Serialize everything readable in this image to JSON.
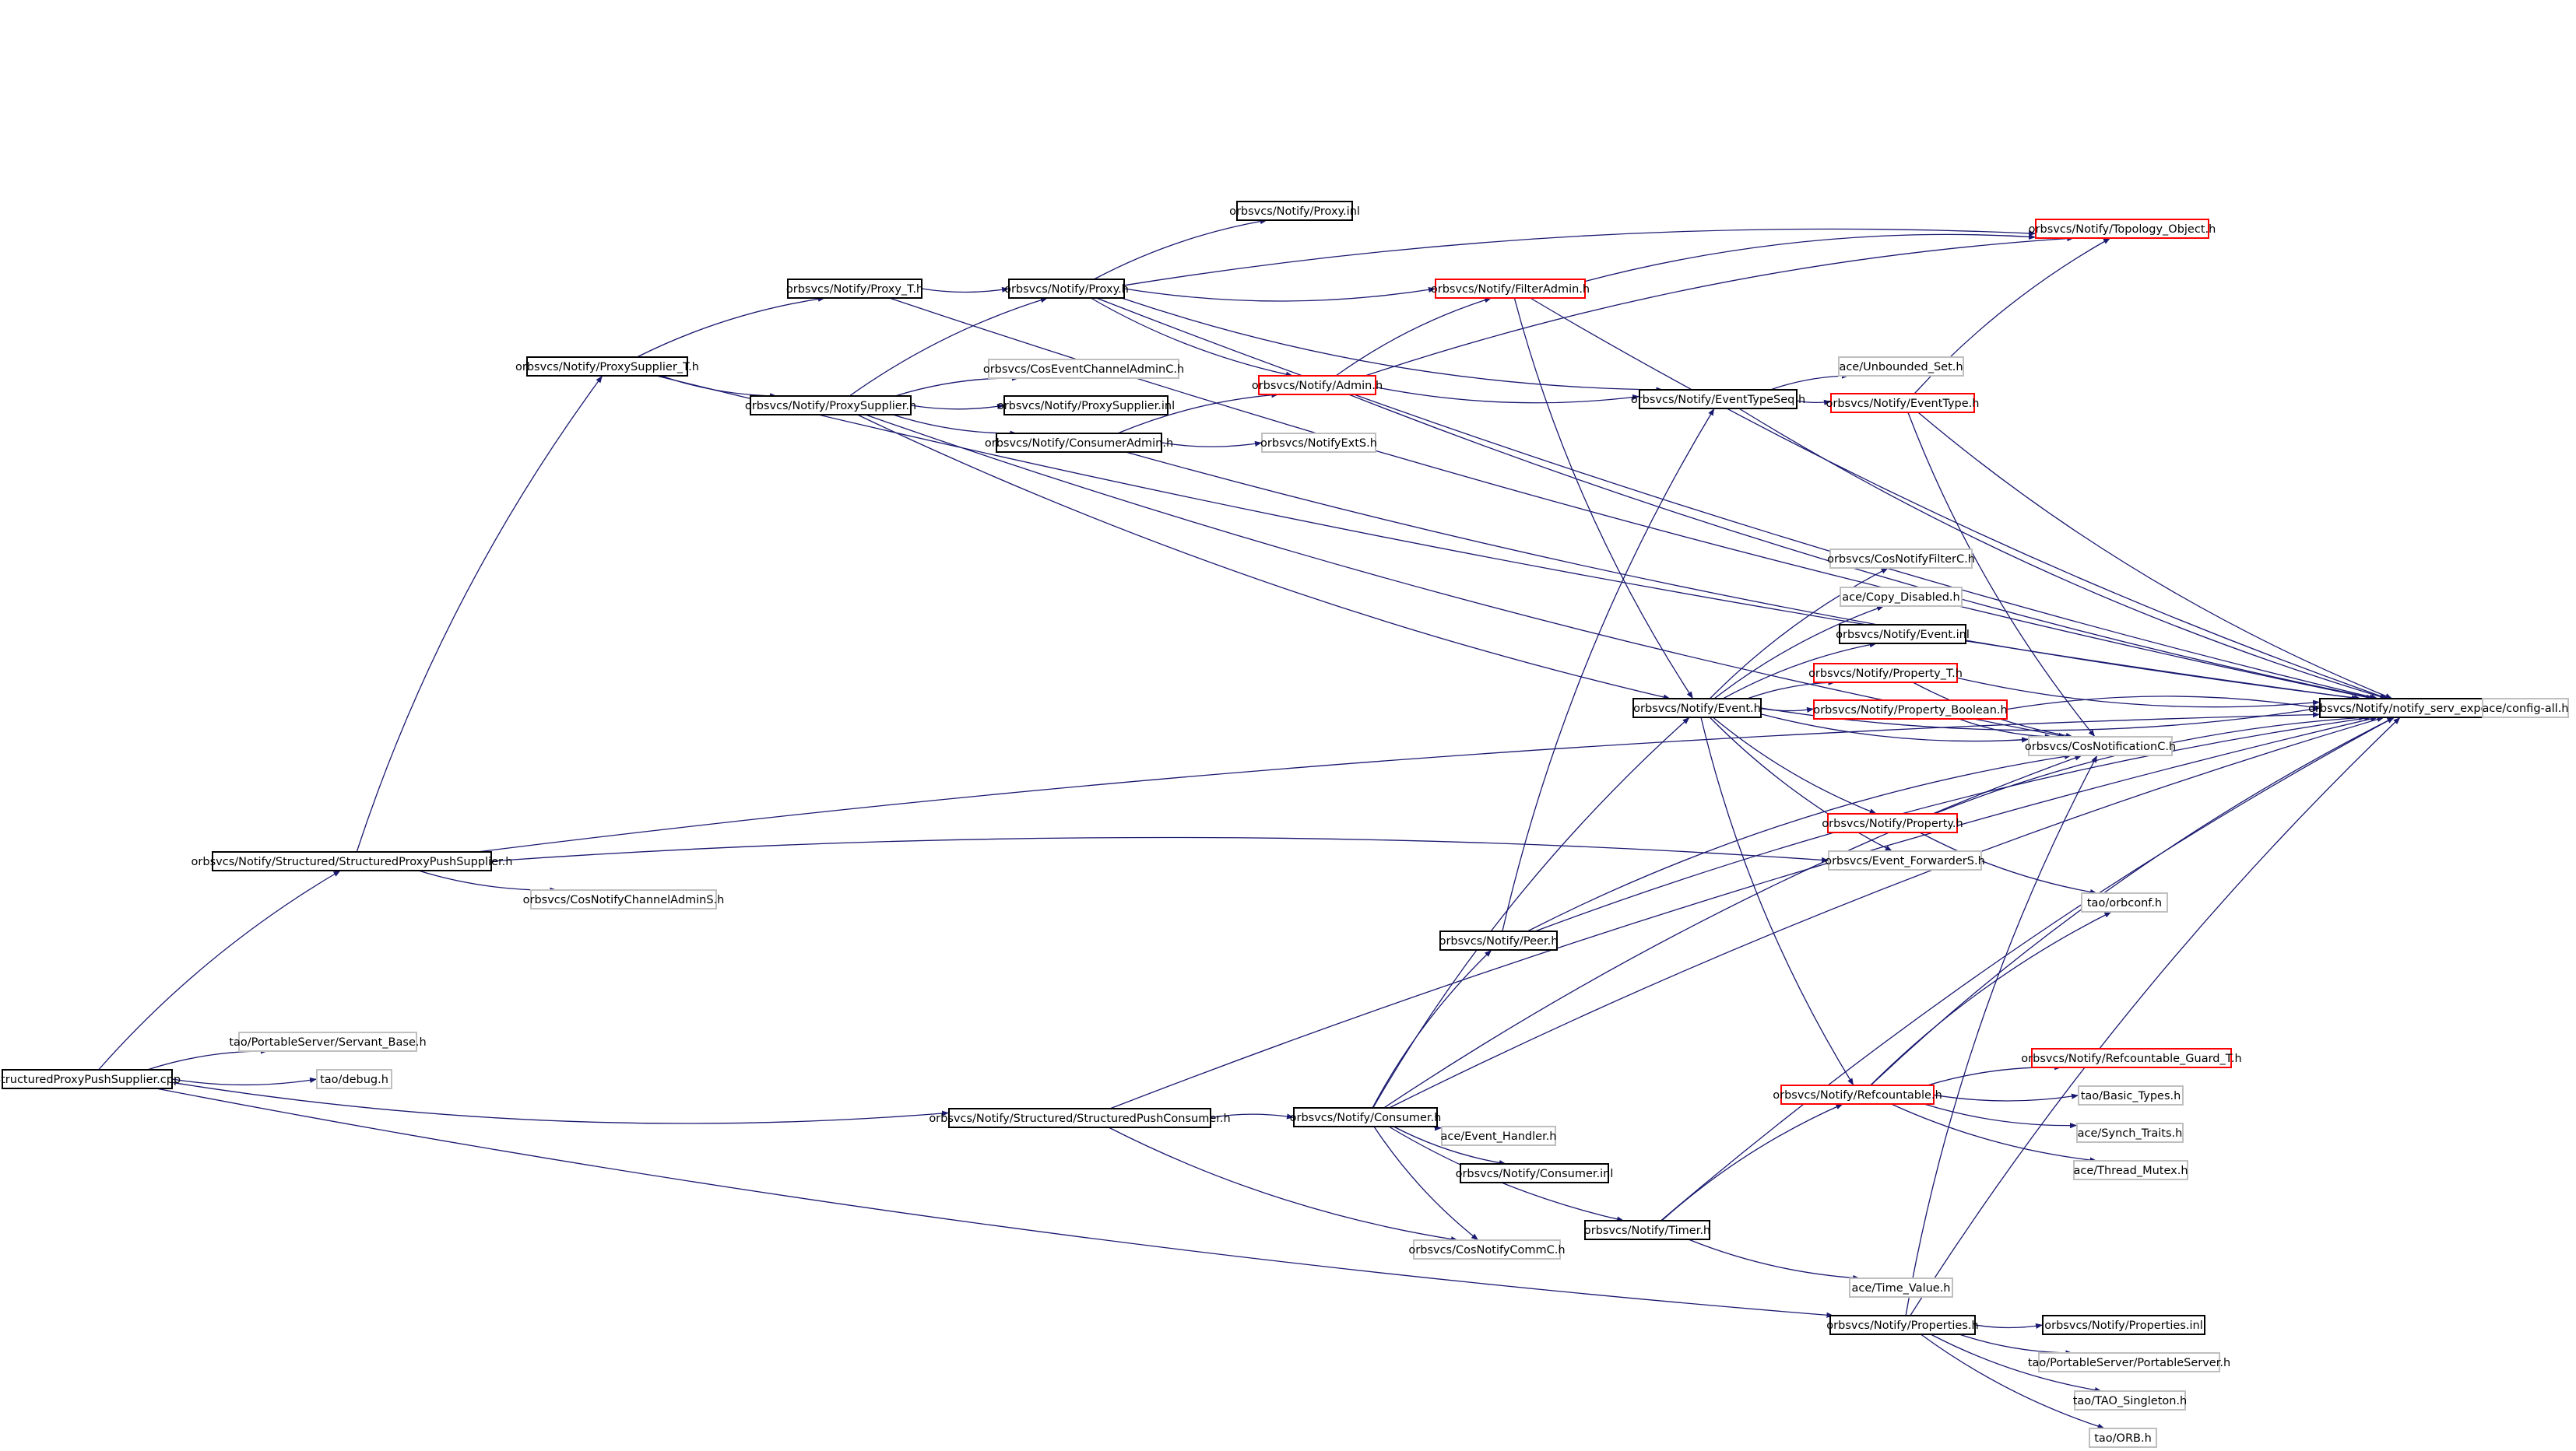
{
  "colors": {
    "edge": "#191970",
    "border_normal": "#000000",
    "border_truncated": "#ff0000",
    "border_hidden": "#bfbfbf",
    "root_fill": "#bfbfbf"
  },
  "graph": {
    "nodes": [
      {
        "id": "root",
        "label": "StructuredProxyPushSupplier.cpp",
        "kind": "root"
      },
      {
        "id": "sps",
        "label": "orbsvcs/Notify/Structured/StructuredProxyPushSupplier.h",
        "kind": "normal"
      },
      {
        "id": "servant",
        "label": "tao/PortableServer/Servant_Base.h",
        "kind": "hidden"
      },
      {
        "id": "debug",
        "label": "tao/debug.h",
        "kind": "hidden"
      },
      {
        "id": "spc",
        "label": "orbsvcs/Notify/Structured/StructuredPushConsumer.h",
        "kind": "normal"
      },
      {
        "id": "cnca",
        "label": "orbsvcs/CosNotifyChannelAdminS.h",
        "kind": "hidden"
      },
      {
        "id": "pst",
        "label": "orbsvcs/Notify/ProxySupplier_T.h",
        "kind": "normal"
      },
      {
        "id": "proxyT",
        "label": "orbsvcs/Notify/Proxy_T.h",
        "kind": "normal"
      },
      {
        "id": "proxysupplier",
        "label": "orbsvcs/Notify/ProxySupplier.h",
        "kind": "normal"
      },
      {
        "id": "proxy",
        "label": "orbsvcs/Notify/Proxy.h",
        "kind": "normal"
      },
      {
        "id": "proxyinl",
        "label": "orbsvcs/Notify/Proxy.inl",
        "kind": "normal"
      },
      {
        "id": "cosecac",
        "label": "orbsvcs/CosEventChannelAdminC.h",
        "kind": "hidden"
      },
      {
        "id": "psinl",
        "label": "orbsvcs/Notify/ProxySupplier.inl",
        "kind": "normal"
      },
      {
        "id": "consadmin",
        "label": "orbsvcs/Notify/ConsumerAdmin.h",
        "kind": "normal"
      },
      {
        "id": "filteradmin",
        "label": "orbsvcs/Notify/FilterAdmin.h",
        "kind": "truncated"
      },
      {
        "id": "admin",
        "label": "orbsvcs/Notify/Admin.h",
        "kind": "truncated"
      },
      {
        "id": "notifyexts",
        "label": "orbsvcs/NotifyExtS.h",
        "kind": "hidden"
      },
      {
        "id": "topology",
        "label": "orbsvcs/Notify/Topology_Object.h",
        "kind": "truncated"
      },
      {
        "id": "eventtypeseq",
        "label": "orbsvcs/Notify/EventTypeSeq.h",
        "kind": "normal"
      },
      {
        "id": "unbounded",
        "label": "ace/Unbounded_Set.h",
        "kind": "hidden"
      },
      {
        "id": "eventtype",
        "label": "orbsvcs/Notify/EventType.h",
        "kind": "truncated"
      },
      {
        "id": "cosnotifyfilterc",
        "label": "orbsvcs/CosNotifyFilterC.h",
        "kind": "hidden"
      },
      {
        "id": "copydisabled",
        "label": "ace/Copy_Disabled.h",
        "kind": "hidden"
      },
      {
        "id": "eventinl",
        "label": "orbsvcs/Notify/Event.inl",
        "kind": "normal"
      },
      {
        "id": "event",
        "label": "orbsvcs/Notify/Event.h",
        "kind": "normal"
      },
      {
        "id": "propT",
        "label": "orbsvcs/Notify/Property_T.h",
        "kind": "truncated"
      },
      {
        "id": "propbool",
        "label": "orbsvcs/Notify/Property_Boolean.h",
        "kind": "truncated"
      },
      {
        "id": "cosnotification",
        "label": "orbsvcs/CosNotificationC.h",
        "kind": "hidden"
      },
      {
        "id": "servexport",
        "label": "orbsvcs/Notify/notify_serv_export.h",
        "kind": "normal"
      },
      {
        "id": "configall",
        "label": "ace/config-all.h",
        "kind": "hidden"
      },
      {
        "id": "property",
        "label": "orbsvcs/Notify/Property.h",
        "kind": "truncated"
      },
      {
        "id": "eventfwd",
        "label": "orbsvcs/Event_ForwarderS.h",
        "kind": "hidden"
      },
      {
        "id": "orbconf",
        "label": "tao/orbconf.h",
        "kind": "hidden"
      },
      {
        "id": "peer",
        "label": "orbsvcs/Notify/Peer.h",
        "kind": "normal"
      },
      {
        "id": "consumer",
        "label": "orbsvcs/Notify/Consumer.h",
        "kind": "normal"
      },
      {
        "id": "eventhandler",
        "label": "ace/Event_Handler.h",
        "kind": "hidden"
      },
      {
        "id": "consumerinl",
        "label": "orbsvcs/Notify/Consumer.inl",
        "kind": "normal"
      },
      {
        "id": "timer",
        "label": "orbsvcs/Notify/Timer.h",
        "kind": "normal"
      },
      {
        "id": "cosnotifycomm",
        "label": "orbsvcs/CosNotifyCommC.h",
        "kind": "hidden"
      },
      {
        "id": "refcountable",
        "label": "orbsvcs/Notify/Refcountable.h",
        "kind": "truncated"
      },
      {
        "id": "refguard",
        "label": "orbsvcs/Notify/Refcountable_Guard_T.h",
        "kind": "truncated"
      },
      {
        "id": "basictypes",
        "label": "tao/Basic_Types.h",
        "kind": "hidden"
      },
      {
        "id": "synchtraits",
        "label": "ace/Synch_Traits.h",
        "kind": "hidden"
      },
      {
        "id": "threadmutex",
        "label": "ace/Thread_Mutex.h",
        "kind": "hidden"
      },
      {
        "id": "timevalue",
        "label": "ace/Time_Value.h",
        "kind": "hidden"
      },
      {
        "id": "properties",
        "label": "orbsvcs/Notify/Properties.h",
        "kind": "normal"
      },
      {
        "id": "propertiesinl",
        "label": "orbsvcs/Notify/Properties.inl",
        "kind": "normal"
      },
      {
        "id": "portableserver",
        "label": "tao/PortableServer/PortableServer.h",
        "kind": "hidden"
      },
      {
        "id": "taosingleton",
        "label": "tao/TAO_Singleton.h",
        "kind": "hidden"
      },
      {
        "id": "orb",
        "label": "tao/ORB.h",
        "kind": "hidden"
      }
    ],
    "edges": [
      [
        "root",
        "sps"
      ],
      [
        "root",
        "servant"
      ],
      [
        "root",
        "debug"
      ],
      [
        "root",
        "spc"
      ],
      [
        "root",
        "properties"
      ],
      [
        "sps",
        "pst"
      ],
      [
        "sps",
        "cnca"
      ],
      [
        "sps",
        "eventfwd"
      ],
      [
        "sps",
        "servexport"
      ],
      [
        "pst",
        "proxyT"
      ],
      [
        "pst",
        "proxysupplier"
      ],
      [
        "pst",
        "servexport"
      ],
      [
        "proxyT",
        "proxy"
      ],
      [
        "proxyT",
        "servexport"
      ],
      [
        "proxysupplier",
        "proxy"
      ],
      [
        "proxysupplier",
        "cosecac"
      ],
      [
        "proxysupplier",
        "psinl"
      ],
      [
        "proxysupplier",
        "consadmin"
      ],
      [
        "proxysupplier",
        "event"
      ],
      [
        "proxysupplier",
        "cosnotification"
      ],
      [
        "proxy",
        "proxyinl"
      ],
      [
        "proxy",
        "filteradmin"
      ],
      [
        "proxy",
        "admin"
      ],
      [
        "proxy",
        "eventtypeseq"
      ],
      [
        "proxy",
        "topology"
      ],
      [
        "proxy",
        "servexport"
      ],
      [
        "consadmin",
        "admin"
      ],
      [
        "consadmin",
        "notifyexts"
      ],
      [
        "consadmin",
        "servexport"
      ],
      [
        "admin",
        "filteradmin"
      ],
      [
        "admin",
        "eventtypeseq"
      ],
      [
        "admin",
        "topology"
      ],
      [
        "admin",
        "servexport"
      ],
      [
        "filteradmin",
        "topology"
      ],
      [
        "filteradmin",
        "event"
      ],
      [
        "filteradmin",
        "servexport"
      ],
      [
        "eventtypeseq",
        "unbounded"
      ],
      [
        "eventtypeseq",
        "eventtype"
      ],
      [
        "eventtypeseq",
        "servexport"
      ],
      [
        "eventtype",
        "topology"
      ],
      [
        "eventtype",
        "cosnotification"
      ],
      [
        "eventtype",
        "servexport"
      ],
      [
        "event",
        "cosnotifyfilterc"
      ],
      [
        "event",
        "copydisabled"
      ],
      [
        "event",
        "eventinl"
      ],
      [
        "event",
        "propT"
      ],
      [
        "event",
        "propbool"
      ],
      [
        "event",
        "cosnotification"
      ],
      [
        "event",
        "servexport"
      ],
      [
        "event",
        "property"
      ],
      [
        "event",
        "eventfwd"
      ],
      [
        "event",
        "refcountable"
      ],
      [
        "propT",
        "cosnotification"
      ],
      [
        "propT",
        "servexport"
      ],
      [
        "propbool",
        "cosnotification"
      ],
      [
        "propbool",
        "servexport"
      ],
      [
        "property",
        "orbconf"
      ],
      [
        "property",
        "servexport"
      ],
      [
        "servexport",
        "configall"
      ],
      [
        "spc",
        "consumer"
      ],
      [
        "spc",
        "cosnotifycomm"
      ],
      [
        "spc",
        "servexport"
      ],
      [
        "consumer",
        "peer"
      ],
      [
        "consumer",
        "event"
      ],
      [
        "consumer",
        "eventhandler"
      ],
      [
        "consumer",
        "consumerinl"
      ],
      [
        "consumer",
        "timer"
      ],
      [
        "consumer",
        "cosnotifycomm"
      ],
      [
        "consumer",
        "cosnotification"
      ],
      [
        "consumer",
        "servexport"
      ],
      [
        "peer",
        "eventtypeseq"
      ],
      [
        "peer",
        "cosnotification"
      ],
      [
        "peer",
        "servexport"
      ],
      [
        "timer",
        "refcountable"
      ],
      [
        "timer",
        "timevalue"
      ],
      [
        "timer",
        "servexport"
      ],
      [
        "refcountable",
        "refguard"
      ],
      [
        "refcountable",
        "basictypes"
      ],
      [
        "refcountable",
        "synchtraits"
      ],
      [
        "refcountable",
        "threadmutex"
      ],
      [
        "refcountable",
        "orbconf"
      ],
      [
        "refcountable",
        "servexport"
      ],
      [
        "properties",
        "propertiesinl"
      ],
      [
        "properties",
        "portableserver"
      ],
      [
        "properties",
        "taosingleton"
      ],
      [
        "properties",
        "orb"
      ],
      [
        "properties",
        "cosnotification"
      ],
      [
        "properties",
        "servexport"
      ]
    ]
  }
}
